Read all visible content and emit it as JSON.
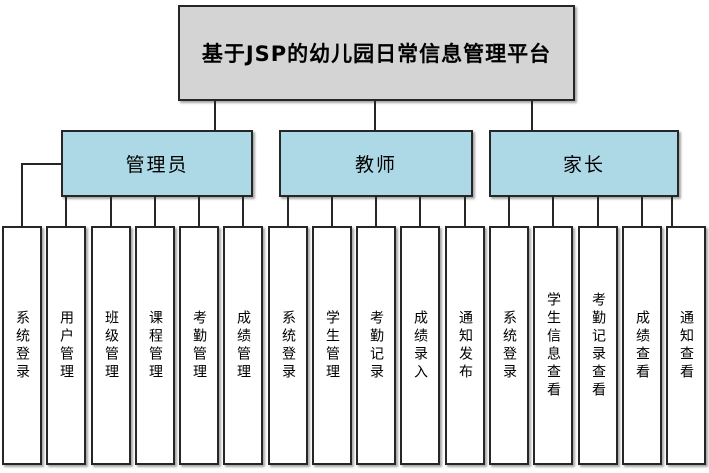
{
  "diagram": {
    "title": {
      "label": "基于JSP的幼儿园日常信息管理平台"
    },
    "branches": [
      {
        "label": "管理员",
        "children": [
          {
            "label": "系统登录"
          },
          {
            "label": "用户管理"
          },
          {
            "label": "班级管理"
          },
          {
            "label": "课程管理"
          },
          {
            "label": "考勤管理"
          },
          {
            "label": "成绩管理"
          }
        ]
      },
      {
        "label": "教师",
        "children": [
          {
            "label": "系统登录"
          },
          {
            "label": "学生管理"
          },
          {
            "label": "考勤记录"
          },
          {
            "label": "成绩录入"
          },
          {
            "label": "通知发布"
          }
        ]
      },
      {
        "label": "家长",
        "children": [
          {
            "label": "系统登录"
          },
          {
            "label": "学生信息查看"
          },
          {
            "label": "考勤记录查看"
          },
          {
            "label": "成绩查看"
          },
          {
            "label": "通知查看"
          }
        ]
      }
    ],
    "colors": {
      "root_fill": "#d4d4d4",
      "branch_fill": "#add8e6",
      "leaf_fill": "#ffffff",
      "border": "#262626",
      "background": "#ffffff"
    }
  }
}
